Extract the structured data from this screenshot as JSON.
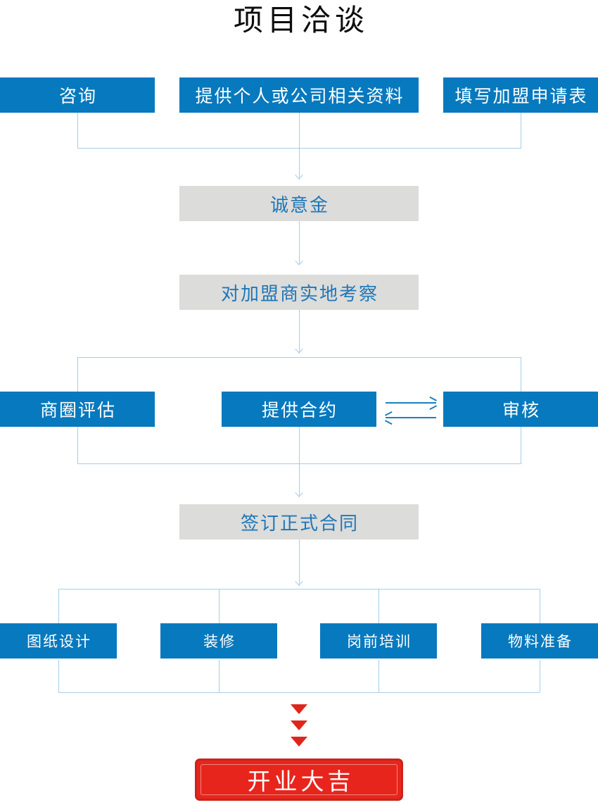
{
  "title": "项目洽谈",
  "colors": {
    "blue_box": "#0779BE",
    "gray_box": "#DCDCDA",
    "gray_box_text": "#1F77B8",
    "red_box": "#E8251C",
    "connector": "#A8CDE8",
    "arrow": "#1C7FC0",
    "title_text": "#0D0D0D"
  },
  "rows": {
    "intake": {
      "consult": "咨询",
      "materials": "提供个人或公司相关资料",
      "application": "填写加盟申请表"
    },
    "deposit": "诚意金",
    "site_visit": "对加盟商实地考察",
    "contract_stage": {
      "trade_area": "商圈评估",
      "provide_contract": "提供合约",
      "review": "审核"
    },
    "sign_contract": "签订正式合同",
    "preparation": {
      "drawing": "图纸设计",
      "decoration": "装修",
      "training": "岗前培训",
      "materials_prep": "物料准备"
    },
    "opening": "开业大吉"
  },
  "flow_data": {
    "type": "flowchart",
    "title": "项目洽谈",
    "direction": "top-to-bottom",
    "nodes": [
      {
        "id": "consult",
        "label": "咨询",
        "style": "blue",
        "level": 1
      },
      {
        "id": "materials",
        "label": "提供个人或公司相关资料",
        "style": "blue",
        "level": 1
      },
      {
        "id": "application",
        "label": "填写加盟申请表",
        "style": "blue",
        "level": 1
      },
      {
        "id": "deposit",
        "label": "诚意金",
        "style": "gray",
        "level": 2
      },
      {
        "id": "site_visit",
        "label": "对加盟商实地考察",
        "style": "gray",
        "level": 3
      },
      {
        "id": "trade_area",
        "label": "商圈评估",
        "style": "blue",
        "level": 4
      },
      {
        "id": "provide_contract",
        "label": "提供合约",
        "style": "blue",
        "level": 4
      },
      {
        "id": "review",
        "label": "审核",
        "style": "blue",
        "level": 4
      },
      {
        "id": "sign_contract",
        "label": "签订正式合同",
        "style": "gray",
        "level": 5
      },
      {
        "id": "drawing",
        "label": "图纸设计",
        "style": "blue",
        "level": 6
      },
      {
        "id": "decoration",
        "label": "装修",
        "style": "blue",
        "level": 6
      },
      {
        "id": "training",
        "label": "岗前培训",
        "style": "blue",
        "level": 6
      },
      {
        "id": "materials_prep",
        "label": "物料准备",
        "style": "blue",
        "level": 6
      },
      {
        "id": "opening",
        "label": "开业大吉",
        "style": "red",
        "level": 7
      }
    ],
    "edges": [
      {
        "from": "consult",
        "to": "deposit",
        "kind": "merge"
      },
      {
        "from": "materials",
        "to": "deposit",
        "kind": "merge"
      },
      {
        "from": "application",
        "to": "deposit",
        "kind": "merge"
      },
      {
        "from": "deposit",
        "to": "site_visit",
        "kind": "arrow"
      },
      {
        "from": "site_visit",
        "to": "trade_area",
        "kind": "split"
      },
      {
        "from": "site_visit",
        "to": "provide_contract",
        "kind": "split"
      },
      {
        "from": "site_visit",
        "to": "review",
        "kind": "split"
      },
      {
        "from": "provide_contract",
        "to": "review",
        "kind": "arrow-right"
      },
      {
        "from": "review",
        "to": "provide_contract",
        "kind": "arrow-left"
      },
      {
        "from": "trade_area",
        "to": "sign_contract",
        "kind": "merge"
      },
      {
        "from": "provide_contract",
        "to": "sign_contract",
        "kind": "merge"
      },
      {
        "from": "review",
        "to": "sign_contract",
        "kind": "merge"
      },
      {
        "from": "sign_contract",
        "to": "drawing",
        "kind": "split"
      },
      {
        "from": "sign_contract",
        "to": "decoration",
        "kind": "split"
      },
      {
        "from": "sign_contract",
        "to": "training",
        "kind": "split"
      },
      {
        "from": "sign_contract",
        "to": "materials_prep",
        "kind": "split"
      },
      {
        "from": "drawing",
        "to": "opening",
        "kind": "merge"
      },
      {
        "from": "decoration",
        "to": "opening",
        "kind": "merge"
      },
      {
        "from": "training",
        "to": "opening",
        "kind": "merge"
      },
      {
        "from": "materials_prep",
        "to": "opening",
        "kind": "merge"
      }
    ]
  }
}
